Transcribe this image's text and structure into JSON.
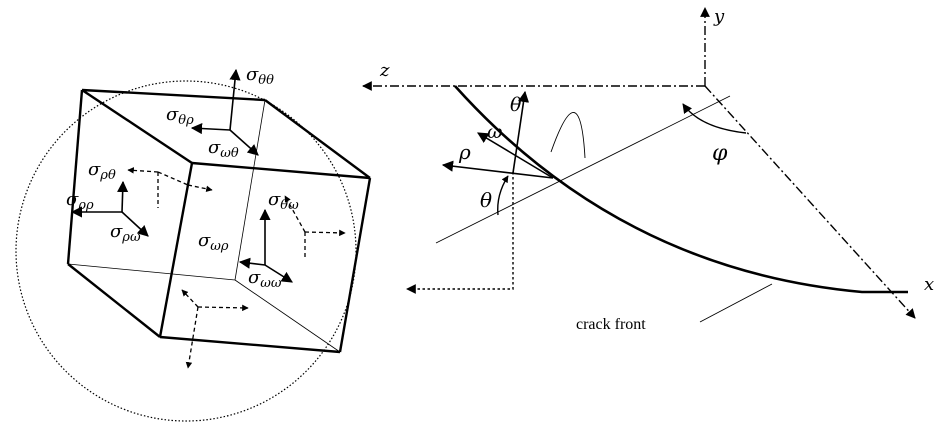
{
  "axes": {
    "x": "x",
    "y": "y",
    "z": "z"
  },
  "angles": {
    "phi": "φ",
    "theta": "θ"
  },
  "local_axes": {
    "rho": "ρ",
    "omega": "ω",
    "theta": "θ"
  },
  "crack_front_label": "crack front",
  "stresses": {
    "s_tt": {
      "base": "σ",
      "sub": "θθ"
    },
    "s_tr": {
      "base": "σ",
      "sub": "θρ"
    },
    "s_wt": {
      "base": "σ",
      "sub": "ωθ"
    },
    "s_rt": {
      "base": "σ",
      "sub": "ρθ"
    },
    "s_rr": {
      "base": "σ",
      "sub": "ρρ"
    },
    "s_rw": {
      "base": "σ",
      "sub": "ρω"
    },
    "s_tw": {
      "base": "σ",
      "sub": "θω"
    },
    "s_wr": {
      "base": "σ",
      "sub": "ωρ"
    },
    "s_ww": {
      "base": "σ",
      "sub": "ωω"
    }
  }
}
